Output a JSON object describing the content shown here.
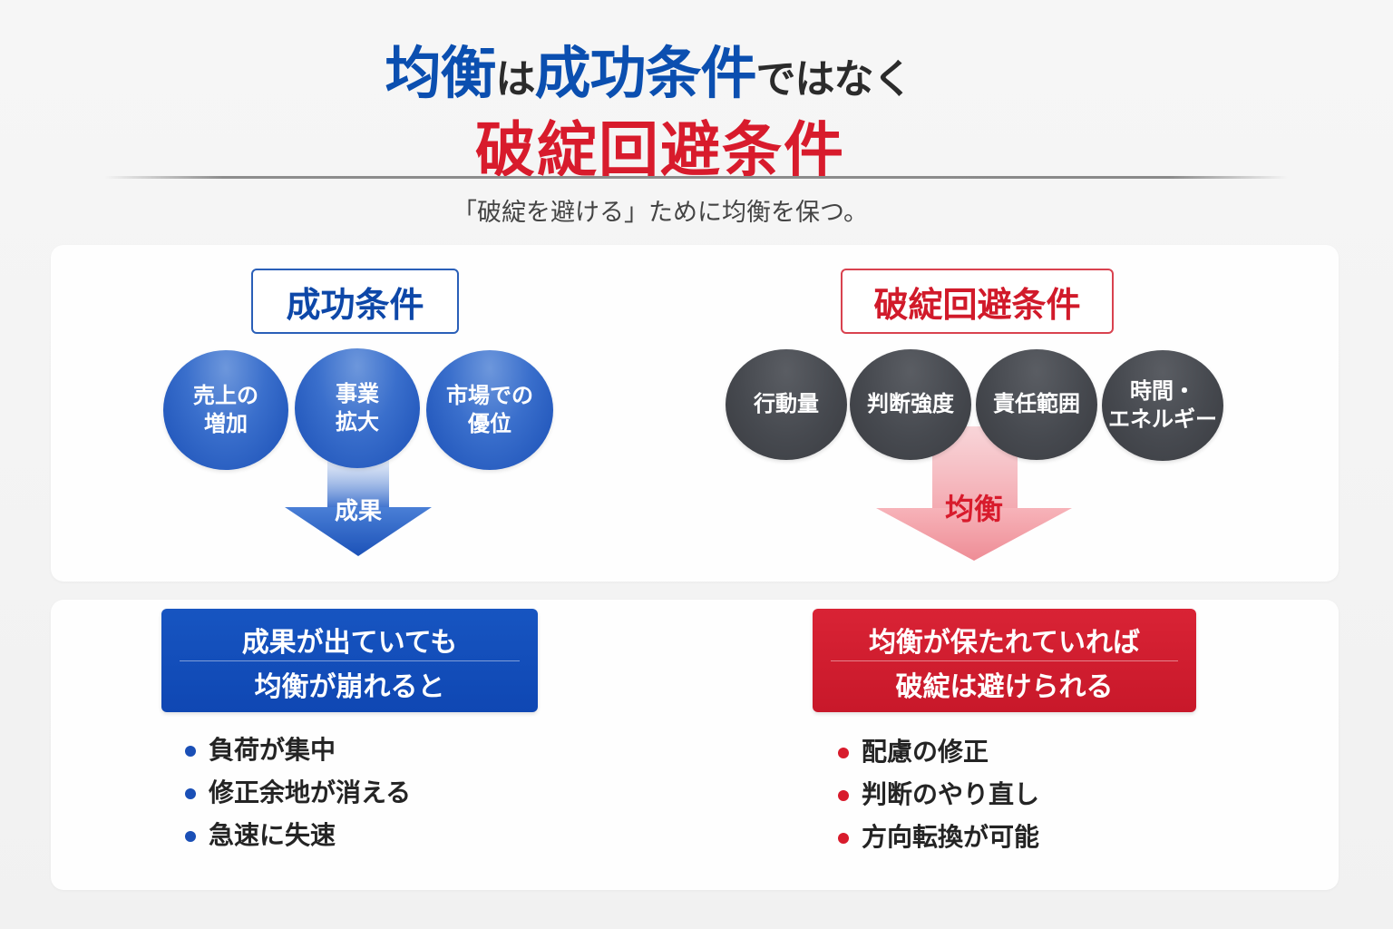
{
  "title": {
    "line1_parts": [
      {
        "text": "均衡",
        "style": "blue"
      },
      {
        "text": "は",
        "style": "dark"
      },
      {
        "text": "成功条件",
        "style": "blue"
      },
      {
        "text": "ではなく",
        "style": "dark"
      }
    ],
    "line2": "破綻回避条件"
  },
  "subtitle": "「破綻を避ける」ために均衡を保つ。",
  "colors": {
    "blue": "#0b4fb0",
    "red": "#d81b2c",
    "dark_circle": "#46494f",
    "background": "#f3f3f3"
  },
  "left": {
    "header": "成功条件",
    "circles": [
      {
        "line1": "売上の",
        "line2": "増加"
      },
      {
        "line1": "事業",
        "line2": "拡大"
      },
      {
        "line1": "市場での",
        "line2": "優位"
      }
    ],
    "arrow_label": "成果",
    "callout": {
      "line1": "成果が出ていても",
      "line2": "均衡が崩れると"
    },
    "bullets": [
      "負荷が集中",
      "修正余地が消える",
      "急速に失速"
    ]
  },
  "right": {
    "header": "破綻回避条件",
    "circles": [
      {
        "line1": "行動量",
        "line2": ""
      },
      {
        "line1": "判断強度",
        "line2": ""
      },
      {
        "line1": "責任範囲",
        "line2": ""
      },
      {
        "line1": "時間・",
        "line2": "エネルギー"
      }
    ],
    "arrow_label": "均衡",
    "callout": {
      "line1": "均衡が保たれていれば",
      "line2": "破綻は避けられる"
    },
    "bullets": [
      "配慮の修正",
      "判断のやり直し",
      "方向転換が可能"
    ]
  }
}
